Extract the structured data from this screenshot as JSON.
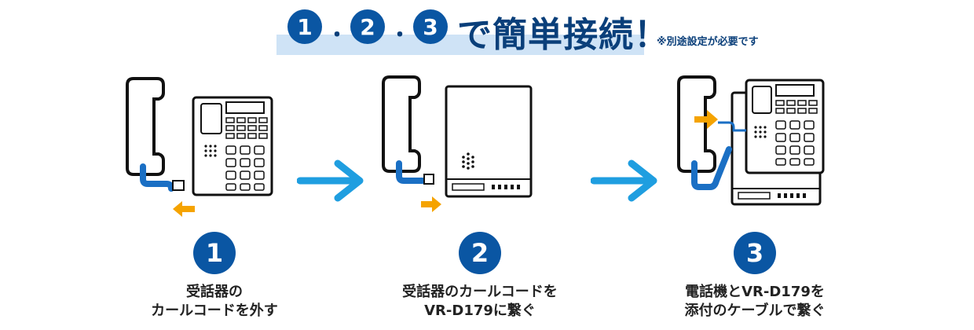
{
  "header": {
    "num1": "1",
    "num2": "2",
    "num3": "3",
    "separator": "・",
    "title": "で簡単接続！",
    "note": "※別途設定が必要です"
  },
  "steps": [
    {
      "number": "1",
      "caption_line1": "受話器の",
      "caption_line2": "カールコードを外す"
    },
    {
      "number": "2",
      "caption_line1": "受話器のカールコードを",
      "caption_line2": "VR-D179に繋ぐ"
    },
    {
      "number": "3",
      "caption_line1": "電話機とVR-D179を",
      "caption_line2": "添付のケーブルで繋ぐ"
    }
  ],
  "colors": {
    "primary_blue": "#0a56a3",
    "cord_blue": "#1a6fc4",
    "arrow_blue": "#1f9ee0",
    "orange": "#f5a300",
    "band": "#cfe3f6"
  },
  "icons": [
    "handset-icon",
    "desk-phone-icon",
    "vr-d179-device-icon",
    "right-arrow-icon",
    "orange-arrow-icon"
  ]
}
